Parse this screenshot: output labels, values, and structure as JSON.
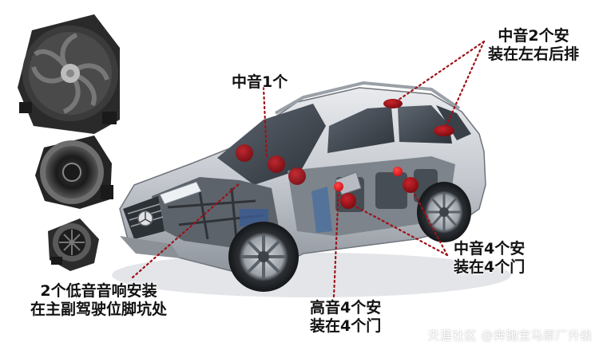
{
  "labels": {
    "midrange_front": [
      "中音1个"
    ],
    "midrange_rear": [
      "中音2个安",
      "装在左右后排"
    ],
    "woofer": [
      "2个低音音响安装",
      "在主副驾驶位脚坑处"
    ],
    "midrange_doors": [
      "中音4个安",
      "装在4个门"
    ],
    "tweeter_doors": [
      "高音4个安",
      "装在4个门"
    ]
  },
  "watermark": "天涯社区 @奔驰宝马原厂升级",
  "colors": {
    "marker": "#9e1117",
    "leader": "#9e1117",
    "car_body": "#c9ccd1"
  }
}
